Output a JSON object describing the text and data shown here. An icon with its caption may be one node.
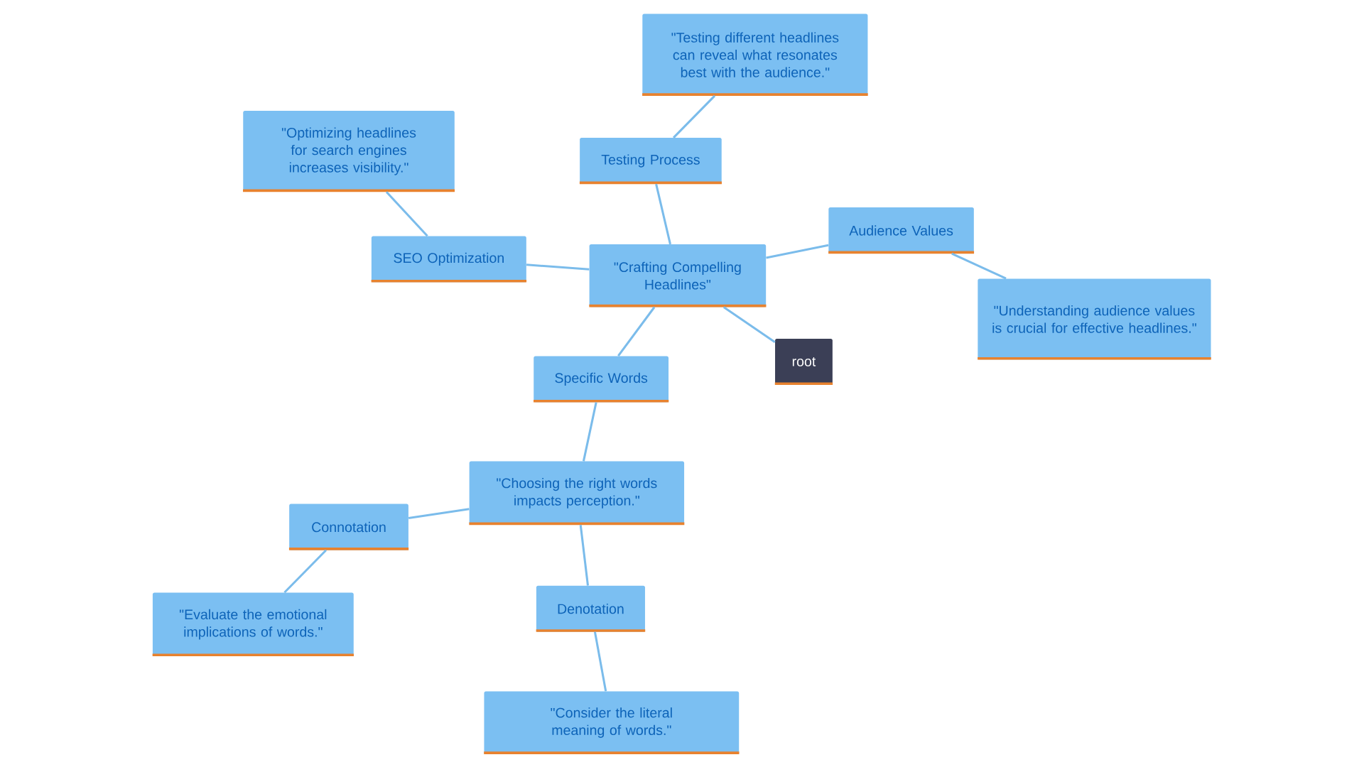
{
  "diagram": {
    "nodes": [
      {
        "text": [
          "\"Crafting Compelling Headlines\""
        ]
      },
      {
        "text": [
          "root"
        ]
      },
      {
        "text": [
          "Testing Process"
        ]
      },
      {
        "text": [
          "\"Testing different headlines can reveal what resonates best with the audience.\""
        ]
      },
      {
        "text": [
          "Audience Values"
        ]
      },
      {
        "text": [
          "\"Understanding audience values is crucial for effective headlines.\""
        ]
      },
      {
        "text": [
          "SEO Optimization"
        ]
      },
      {
        "text": [
          "\"Optimizing headlines for search engines increases visibility.\""
        ]
      },
      {
        "text": [
          "Specific Words"
        ]
      },
      {
        "text": [
          "\"Choosing the right words impacts perception.\""
        ]
      },
      {
        "text": [
          "Connotation"
        ]
      },
      {
        "text": [
          "\"Evaluate the emotional implications of words.\""
        ]
      },
      {
        "text": [
          "Denotation"
        ]
      },
      {
        "text": [
          "\"Consider the literal meaning of words.\""
        ]
      }
    ],
    "edges": [
      {
        "from": 0,
        "to": 1,
        "arrow": "none"
      },
      {
        "from": 0,
        "to": 2,
        "arrow": "none"
      },
      {
        "from": 2,
        "to": 3,
        "arrow": "none"
      },
      {
        "from": 0,
        "to": 4,
        "arrow": "none"
      },
      {
        "from": 4,
        "to": 5,
        "arrow": "none"
      },
      {
        "from": 0,
        "to": 6,
        "arrow": "none"
      },
      {
        "from": 6,
        "to": 7,
        "arrow": "none"
      },
      {
        "from": 0,
        "to": 8,
        "arrow": "none"
      },
      {
        "from": 8,
        "to": 9,
        "arrow": "none"
      },
      {
        "from": 9,
        "to": 10,
        "arrow": "none"
      },
      {
        "from": 10,
        "to": 11,
        "arrow": "none"
      },
      {
        "from": 9,
        "to": 12,
        "arrow": "none"
      },
      {
        "from": 12,
        "to": 13,
        "arrow": "none"
      }
    ]
  }
}
